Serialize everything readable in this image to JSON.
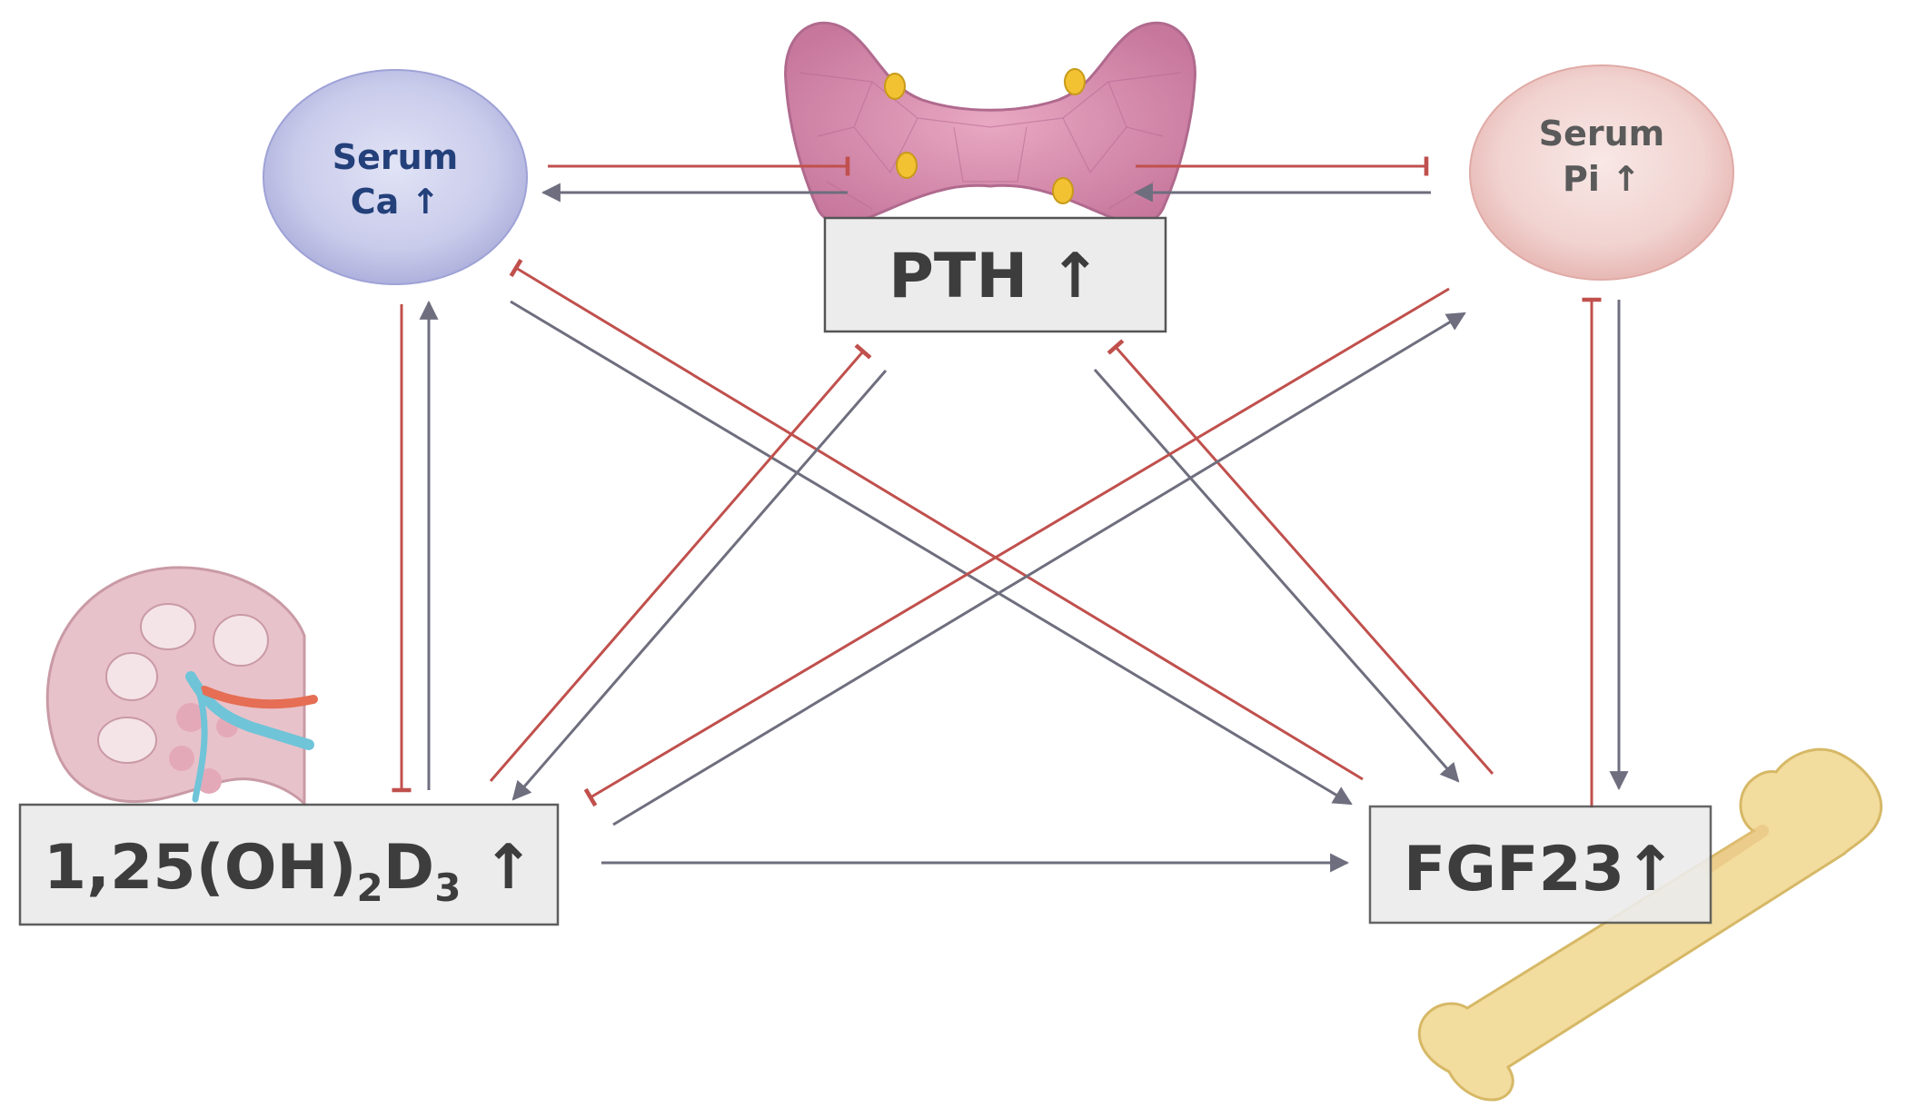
{
  "nodes": {
    "serum_ca": {
      "line1": "Serum",
      "line2": "Ca ↑"
    },
    "pth": {
      "label": "PTH ↑"
    },
    "serum_pi": {
      "line1": "Serum",
      "line2": "Pi ↑"
    },
    "vitd": {
      "main1": "1,25(OH)",
      "sub1": "2",
      "main2": "D",
      "sub2": "3",
      "arrow": " ↑"
    },
    "fgf23": {
      "label": "FGF23↑"
    }
  },
  "colors": {
    "stimulate": "#6e6e7e",
    "inhibit": "#c0504d",
    "ca_fill": "#c9cbeb",
    "ca_text": "#23407a",
    "pi_fill": "#f1d3d0",
    "pi_text": "#5a5a5a",
    "box_fill": "#ececec",
    "box_stroke": "#555555",
    "label_text": "#3d3d3d",
    "thyroid": "#d98fb0",
    "kidney": "#e6bdc6",
    "bone": "#f2dc9e"
  },
  "icons": [
    "parathyroid-gland-icon",
    "kidney-icon",
    "bone-icon"
  ]
}
